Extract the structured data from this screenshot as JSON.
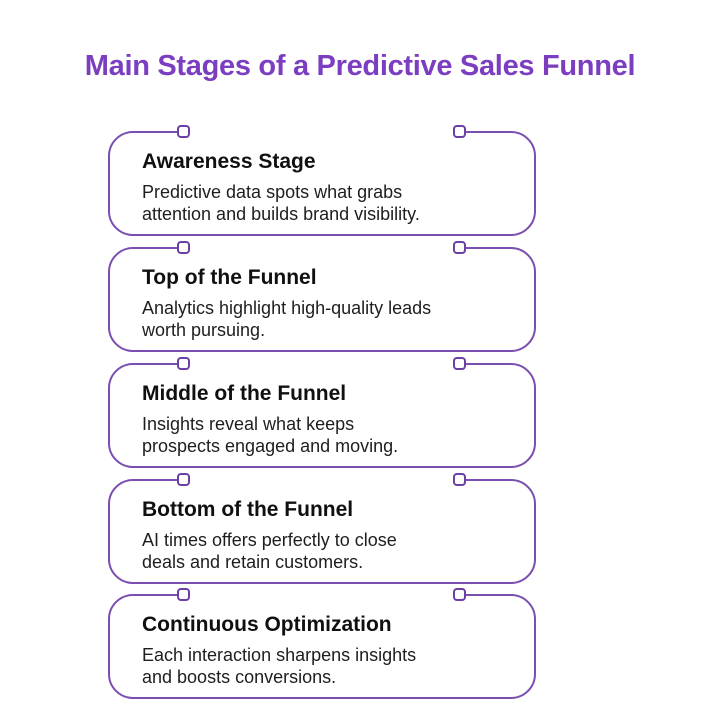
{
  "page": {
    "title": "Main Stages of a Predictive Sales Funnel"
  },
  "colors": {
    "title_color": "#7B3EC1",
    "card_border": "#7A4FB0",
    "marker_border": "#6C3FA5",
    "heading_text": "#101010",
    "body_text": "#1E1E1E",
    "background": "#FFFFFF"
  },
  "stages": [
    {
      "heading": "Awareness Stage",
      "lines": [
        "Predictive data spots what grabs",
        "attention and builds brand visibility."
      ]
    },
    {
      "heading": "Top of the Funnel",
      "lines": [
        "Analytics highlight high-quality leads",
        "worth pursuing."
      ]
    },
    {
      "heading": "Middle of the Funnel",
      "lines": [
        "Insights reveal what keeps",
        "prospects engaged and moving."
      ]
    },
    {
      "heading": "Bottom of the Funnel",
      "lines": [
        "AI times offers perfectly to close",
        "deals and retain customers."
      ]
    },
    {
      "heading": "Continuous Optimization",
      "lines": [
        "Each interaction sharpens insights",
        "and boosts conversions."
      ]
    }
  ]
}
